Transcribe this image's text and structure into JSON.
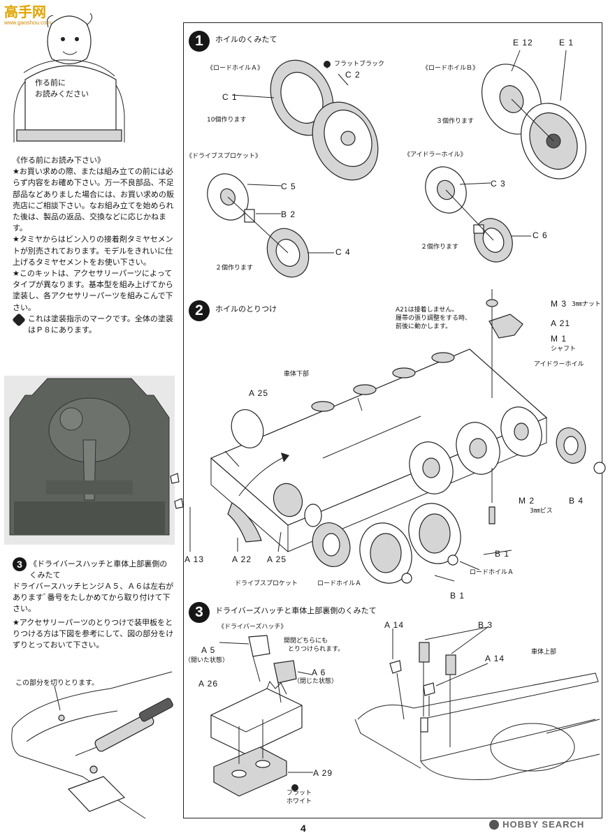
{
  "watermark": {
    "top": "高手网",
    "bottom": "www.gaoshou.com"
  },
  "mascot": {
    "line1": "作る前に",
    "line2": "お読みください"
  },
  "left_notes": {
    "heading": "《作る前にお読み下さい》",
    "p1": "★お買い求めの際、または組み立ての前には必らず内容をお確め下さい。万一不良部品、不足部品などありました場合には、お買い求めの販売店にご相談下さい。なお組み立てを始められた後は、製品の返品、交換などに応じかねます。",
    "p2": "★タミヤからはビン入りの接着剤タミヤセメントが別売されております。モデルをきれいに仕上げるタミヤセメントをお使い下さい。",
    "p3": "★このキットは、アクセサリーパーツによってタイプが異なります。基本型を組み上げてから塗装し、各アクセサリーパーツを組みこんで下さい。",
    "p4": "これは塗装指示のマークです。全体の塗装はＰ８にあります。"
  },
  "hatch_text": {
    "step": "3",
    "title": "《ドライバースハッチと車体上部裏側のくみたて",
    "p1": "ドライバースハッチヒンジＡ５、Ａ６は左右がありますﾞ番号をたしかめてから取り付けて下さい。",
    "p2": "★アクセサリーパーツのとりつけで装甲板をとりつける方は下図を参考にして、図の部分をけずりとっておいて下さい。",
    "cut_label": "この部分を切りとります。"
  },
  "step1": {
    "number": "1",
    "title": "ホイルのくみたて",
    "road_wheel_a": "《ロードホイルＡ》",
    "road_wheel_b": "《ロードホイルＢ》",
    "drive_sprocket": "《ドライブスプロケット》",
    "idler_wheel": "《アイドラーホイル》",
    "flat_black": "フラットブラック",
    "make10": "10個作ります",
    "make3": "３個作ります",
    "make2a": "２個作ります",
    "make2b": "２個作ります",
    "parts": {
      "c1": "C 1",
      "c2": "C 2",
      "e12": "E 12",
      "e1": "E 1",
      "c5": "C 5",
      "b2": "B 2",
      "c4": "C 4",
      "c3": "C 3",
      "c6": "C 6"
    }
  },
  "step2": {
    "number": "2",
    "title": "ホイルのとりつけ",
    "note1": "A21は接着しません。",
    "note2": "履帯の張り調整をする時、",
    "note3": "前後に動かします。",
    "lower_hull": "車体下部",
    "idler": "アイドラーホイル",
    "shaft": "シャフト",
    "nut": "3㎜ナット",
    "screw": "3㎜ビス",
    "drive_sprocket": "ドライブスプロケット",
    "road_wheel_a1": "ロードホイルＡ",
    "road_wheel_a2": "ロードホイルＡ",
    "parts": {
      "m3": "M 3",
      "a21": "A 21",
      "m1": "M 1",
      "a25a": "A 25",
      "a25b": "A 25",
      "m2": "M 2",
      "b4": "B 4",
      "a13": "A 13",
      "a22": "A 22",
      "b1a": "B 1",
      "b1b": "B 1"
    }
  },
  "step3": {
    "number": "3",
    "title": "ドライバーズハッチと車体上部裏側のくみたて",
    "hatch_heading": "《ドライバーズハッチ》",
    "open_state": "（開いた状態）",
    "closed_state": "（閉じた状態）",
    "either1": "開閉どちらにも",
    "either2": "とりつけられます。",
    "upper_hull": "車体上部",
    "flat_white1": "フラット",
    "flat_white2": "ホワイト",
    "parts": {
      "a5": "A 5",
      "a6": "A 6",
      "a26": "A 26",
      "a29": "A 29",
      "a14a": "A 14",
      "a14b": "A 14",
      "b3": "B 3"
    }
  },
  "footer": {
    "page": "4",
    "brand": "HOBBY SEARCH"
  }
}
